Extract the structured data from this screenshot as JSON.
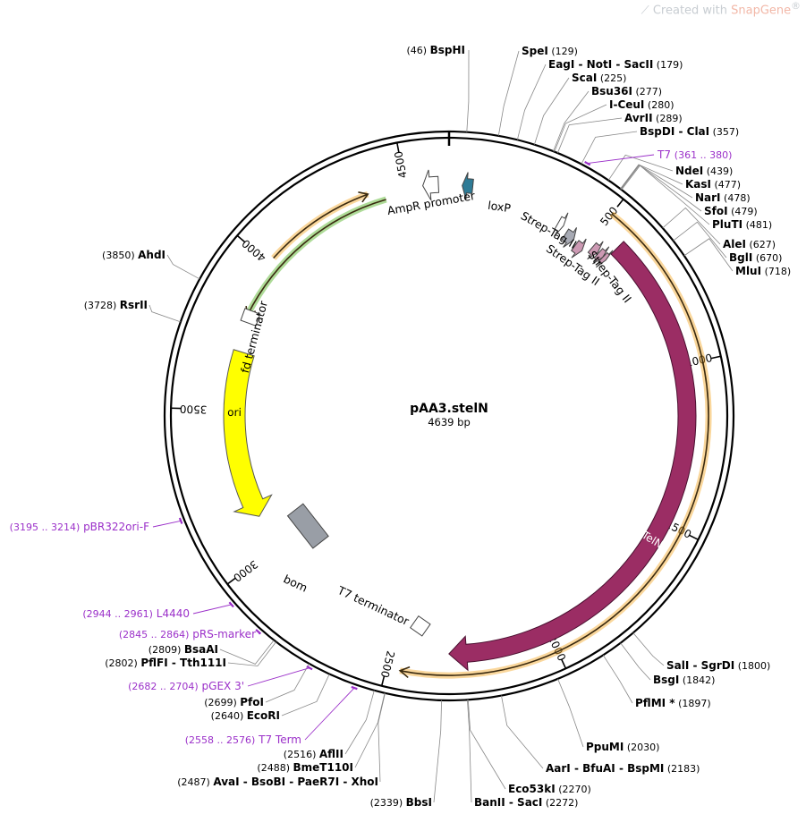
{
  "watermark": {
    "prefix": "Created with ",
    "brand": "SnapGene",
    "reg": "®"
  },
  "plasmid": {
    "name": "pAA3.stelN",
    "size_label": "4639 bp",
    "length": 4639
  },
  "ticks": [
    {
      "bp": 500,
      "label": "500"
    },
    {
      "bp": 1000,
      "label": "1000"
    },
    {
      "bp": 1500,
      "label": "1500"
    },
    {
      "bp": 2000,
      "label": "2000"
    },
    {
      "bp": 2500,
      "label": "2500"
    },
    {
      "bp": 3000,
      "label": "3000"
    },
    {
      "bp": 3500,
      "label": "3500"
    },
    {
      "bp": 4000,
      "label": "4000"
    },
    {
      "bp": 4500,
      "label": "4500"
    }
  ],
  "features": [
    {
      "name": "TelN",
      "label": "TelN",
      "kind": "cds",
      "start": 580,
      "end": 2320,
      "direction": "forward",
      "color": "#9b2d64"
    },
    {
      "name": "ori",
      "label": "ori",
      "kind": "ori",
      "start": 3120,
      "end": 3700,
      "direction": "reverse",
      "color": "#ffff00"
    },
    {
      "name": "AmpR promoter",
      "label": "AmpR promoter",
      "kind": "promoter",
      "color": "#ffffff"
    },
    {
      "name": "loxP",
      "label": "loxP",
      "kind": "site",
      "color": "#2e7b96"
    },
    {
      "name": "Strep-Tag II a",
      "label": "Strep-Tag II",
      "kind": "tag",
      "color": "#ffffff"
    },
    {
      "name": "Strep-Tag II b",
      "label": "Strep-Tag II",
      "kind": "tag",
      "color": "#cc99b3"
    },
    {
      "name": "Strep-Tag II c",
      "label": "Strep-Tag II",
      "kind": "tag",
      "color": "#cc99b3"
    },
    {
      "name": "fd terminator",
      "label": "fd terminator",
      "kind": "terminator",
      "color": "#ffffff"
    },
    {
      "name": "bom",
      "label": "bom",
      "kind": "misc",
      "color": "#999ea6"
    },
    {
      "name": "T7 terminator",
      "label": "T7 terminator",
      "kind": "terminator",
      "color": "#ffffff"
    }
  ],
  "outer_arcs": [
    {
      "name": "TelN-outer",
      "start": 500,
      "end": 2460,
      "direction": "forward",
      "color": "#f5a623"
    },
    {
      "name": "amp-arc-orange",
      "start": 4020,
      "end": 4380,
      "direction": "forward",
      "color": "#f5a623"
    },
    {
      "name": "amp-arc-green",
      "start": 3820,
      "end": 4430,
      "direction": "reverse",
      "color": "#4caf1a"
    }
  ],
  "sites": [
    {
      "name": "BspHI",
      "pos_label": "(46)",
      "layout": "pos-first",
      "bp": 46,
      "gray": false
    },
    {
      "name": "SpeI",
      "pos_label": "(129)",
      "layout": "name-first",
      "bp": 129,
      "gray": false
    },
    {
      "name": "EagI - NotI - SacII",
      "pos_label": "(179)",
      "layout": "name-first",
      "bp": 179,
      "gray": false
    },
    {
      "name": "ScaI",
      "pos_label": "(225)",
      "layout": "name-first",
      "bp": 225,
      "gray": false
    },
    {
      "name": "Bsu36I",
      "pos_label": "(277)",
      "layout": "name-first",
      "bp": 277,
      "gray": false
    },
    {
      "name": "I-CeuI",
      "pos_label": "(280)",
      "layout": "name-first",
      "bp": 280,
      "gray": false
    },
    {
      "name": "AvrII",
      "pos_label": "(289)",
      "layout": "name-first",
      "bp": 289,
      "gray": false
    },
    {
      "name": "BspDI - ClaI",
      "pos_label": "(357)",
      "layout": "name-first",
      "bp": 357,
      "gray": false
    },
    {
      "name": "NdeI",
      "pos_label": "(439)",
      "layout": "name-first",
      "bp": 439,
      "gray": false
    },
    {
      "name": "KasI",
      "pos_label": "(477)",
      "layout": "name-first",
      "bp": 477,
      "gray": false
    },
    {
      "name": "NarI",
      "pos_label": "(478)",
      "layout": "name-first",
      "bp": 478,
      "gray": false
    },
    {
      "name": "SfoI",
      "pos_label": "(479)",
      "layout": "name-first",
      "bp": 479,
      "gray": false
    },
    {
      "name": "PluTI",
      "pos_label": "(481)",
      "layout": "name-first",
      "bp": 481,
      "gray": false
    },
    {
      "name": "AleI",
      "pos_label": "(627)",
      "layout": "name-first",
      "bp": 627,
      "gray": false
    },
    {
      "name": "BglI",
      "pos_label": "(670)",
      "layout": "name-first",
      "bp": 670,
      "gray": false
    },
    {
      "name": "MluI",
      "pos_label": "(718)",
      "layout": "name-first",
      "bp": 718,
      "gray": false
    },
    {
      "name": "SalI - SgrDI",
      "pos_label": "(1800)",
      "layout": "name-first",
      "bp": 1800,
      "gray": false
    },
    {
      "name": "BsgI",
      "pos_label": "(1842)",
      "layout": "name-first",
      "bp": 1842,
      "gray": false
    },
    {
      "name": "PflMI *",
      "pos_label": "(1897)",
      "layout": "name-first",
      "bp": 1897,
      "gray": true
    },
    {
      "name": "PpuMI",
      "pos_label": "(2030)",
      "layout": "name-first",
      "bp": 2030,
      "gray": false
    },
    {
      "name": "AarI - BfuAI - BspMI",
      "pos_label": "(2183)",
      "layout": "name-first",
      "bp": 2183,
      "gray": false
    },
    {
      "name": "Eco53kI",
      "pos_label": "(2270)",
      "layout": "name-first",
      "bp": 2270,
      "gray": false
    },
    {
      "name": "BanII - SacI",
      "pos_label": "(2272)",
      "layout": "name-first",
      "bp": 2272,
      "gray": false
    },
    {
      "name": "BbsI",
      "pos_label": "(2339)",
      "layout": "pos-first",
      "bp": 2339,
      "gray": false
    },
    {
      "name": "AvaI - BsoBI - PaeR7I - XhoI",
      "pos_label": "(2487)",
      "layout": "pos-first",
      "bp": 2487,
      "gray": false
    },
    {
      "name": "BmeT110I",
      "pos_label": "(2488)",
      "layout": "pos-first",
      "bp": 2488,
      "gray": false
    },
    {
      "name": "AflII",
      "pos_label": "(2516)",
      "layout": "pos-first",
      "bp": 2516,
      "gray": false
    },
    {
      "name": "EcoRI",
      "pos_label": "(2640)",
      "layout": "pos-first",
      "bp": 2640,
      "gray": false
    },
    {
      "name": "PfoI",
      "pos_label": "(2699)",
      "layout": "pos-first",
      "bp": 2699,
      "gray": false
    },
    {
      "name": "PflFI - Tth111I",
      "pos_label": "(2802)",
      "layout": "pos-first",
      "bp": 2802,
      "gray": false
    },
    {
      "name": "BsaAI",
      "pos_label": "(2809)",
      "layout": "pos-first",
      "bp": 2809,
      "gray": false
    },
    {
      "name": "RsrII",
      "pos_label": "(3728)",
      "layout": "pos-first",
      "bp": 3728,
      "gray": false
    },
    {
      "name": "AhdI",
      "pos_label": "(3850)",
      "layout": "pos-first",
      "bp": 3850,
      "gray": false
    }
  ],
  "primers": [
    {
      "name": "T7",
      "range_label": "(361 .. 380)",
      "layout": "name-first",
      "bp": 370
    },
    {
      "name": "pBR322ori-F",
      "range_label": "(3195 .. 3214)",
      "layout": "range-first",
      "bp": 3204
    },
    {
      "name": "L4440",
      "range_label": "(2944 .. 2961)",
      "layout": "range-first",
      "bp": 2952
    },
    {
      "name": "pRS-marker",
      "range_label": "(2845 .. 2864)",
      "layout": "range-first",
      "bp": 2854
    },
    {
      "name": "pGEX 3'",
      "range_label": "(2682 .. 2704)",
      "layout": "range-first",
      "bp": 2693
    },
    {
      "name": "T7 Term",
      "range_label": "(2558 .. 2576)",
      "layout": "range-first",
      "bp": 2567
    }
  ]
}
